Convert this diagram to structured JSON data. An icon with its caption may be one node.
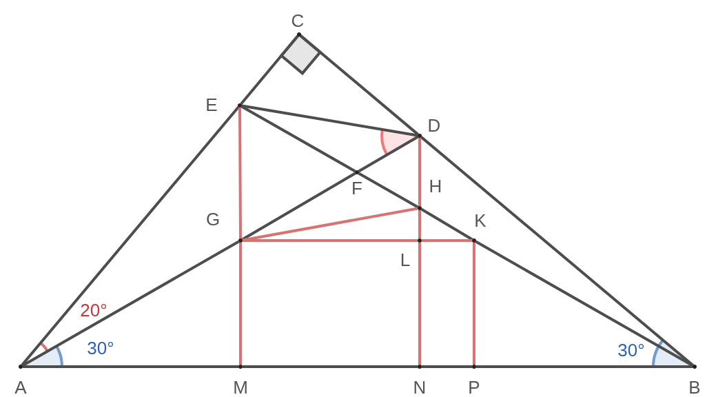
{
  "diagram": {
    "nodes": [
      {
        "text": [
          "C"
        ]
      },
      {
        "text": [
          "E"
        ]
      },
      {
        "text": [
          "D"
        ]
      },
      {
        "text": [
          "F"
        ]
      },
      {
        "text": [
          "H"
        ]
      },
      {
        "text": [
          "G"
        ]
      },
      {
        "text": [
          "K"
        ]
      },
      {
        "text": [
          "L"
        ]
      },
      {
        "text": [
          "A"
        ]
      },
      {
        "text": [
          "M"
        ]
      },
      {
        "text": [
          "N"
        ]
      },
      {
        "text": [
          "P"
        ]
      },
      {
        "text": [
          "B"
        ]
      }
    ],
    "edges": [
      {
        "from": 8,
        "to": 1,
        "arrow": "none"
      },
      {
        "from": 1,
        "to": 0,
        "arrow": "none"
      },
      {
        "from": 0,
        "to": 2,
        "arrow": "none"
      },
      {
        "from": 2,
        "to": 12,
        "arrow": "none"
      },
      {
        "from": 8,
        "to": 9,
        "arrow": "none"
      },
      {
        "from": 9,
        "to": 10,
        "arrow": "none"
      },
      {
        "from": 10,
        "to": 11,
        "arrow": "none"
      },
      {
        "from": 11,
        "to": 12,
        "arrow": "none"
      },
      {
        "from": 1,
        "to": 2,
        "arrow": "none"
      },
      {
        "from": 1,
        "to": 3,
        "arrow": "none"
      },
      {
        "from": 3,
        "to": 4,
        "arrow": "none"
      },
      {
        "from": 4,
        "to": 6,
        "arrow": "none"
      },
      {
        "from": 6,
        "to": 12,
        "arrow": "none"
      },
      {
        "from": 8,
        "to": 5,
        "arrow": "none"
      },
      {
        "from": 5,
        "to": 3,
        "arrow": "none"
      },
      {
        "from": 3,
        "to": 2,
        "arrow": "none"
      },
      {
        "from": 1,
        "to": 5,
        "arrow": "none",
        "color": "#d87373"
      },
      {
        "from": 5,
        "to": 9,
        "arrow": "none",
        "color": "#d87373"
      },
      {
        "from": 2,
        "to": 4,
        "arrow": "none",
        "color": "#d87373"
      },
      {
        "from": 4,
        "to": 7,
        "arrow": "none",
        "color": "#d87373"
      },
      {
        "from": 7,
        "to": 10,
        "arrow": "none",
        "color": "#d87373"
      },
      {
        "from": 5,
        "to": 4,
        "arrow": "none",
        "color": "#d87373"
      },
      {
        "from": 5,
        "to": 7,
        "arrow": "none",
        "color": "#d87373"
      },
      {
        "from": 7,
        "to": 6,
        "arrow": "none",
        "color": "#d87373"
      },
      {
        "from": 6,
        "to": 11,
        "arrow": "none",
        "color": "#d87373"
      }
    ],
    "labels": [
      "20°",
      "30°",
      "30°"
    ]
  }
}
